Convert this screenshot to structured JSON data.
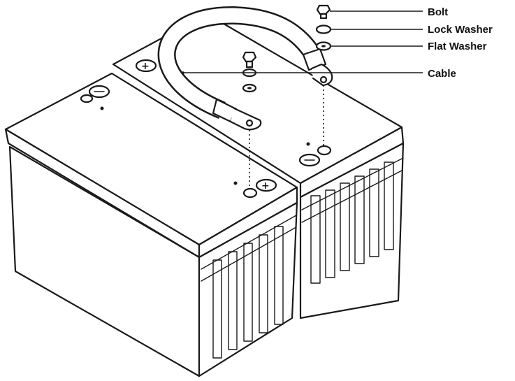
{
  "labels": {
    "bolt": "Bolt",
    "lock_washer": "Lock Washer",
    "flat_washer": "Flat Washer",
    "cable": "Cable"
  },
  "colors": {
    "ink": "#1a1a1a",
    "fill": "#ffffff",
    "shade": "#e6e6e6"
  }
}
